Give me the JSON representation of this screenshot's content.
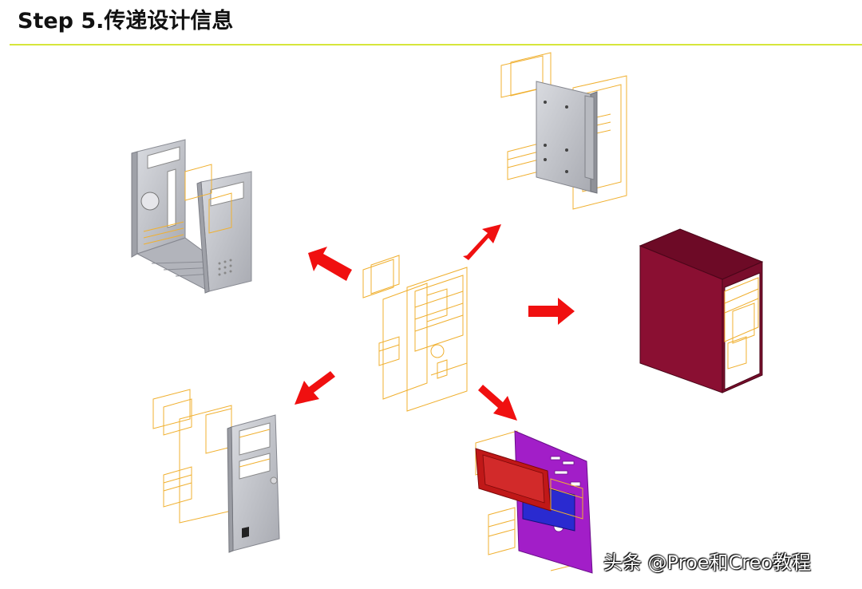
{
  "slide": {
    "title": "Step 5.传递设计信息"
  },
  "watermark": {
    "text": "头条 @Proe和Creo教程"
  },
  "colors": {
    "title_rule": "#d6e63b",
    "arrow": "#f01010",
    "wireframe": "#f0b030",
    "sheet_metal_gray": "#c4c6cc",
    "cover_maroon": "#7a0c2a",
    "board_purple": "#a020c8",
    "bracket_red": "#c01818",
    "bay_blue": "#2a2ad0"
  },
  "diagram": {
    "center": "skeleton-wireframe-assembly",
    "outputs": [
      "chassis-frame",
      "side-panel",
      "outer-cover",
      "motherboard-tray",
      "front-bezel"
    ]
  }
}
